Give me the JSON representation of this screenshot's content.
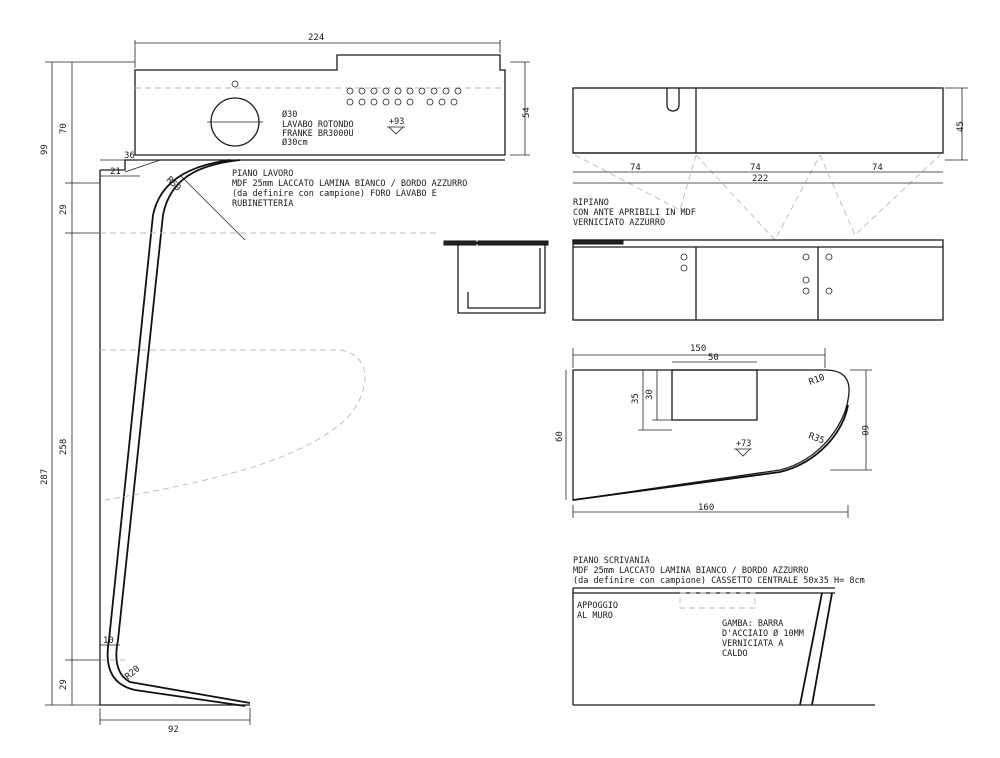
{
  "dimensions": {
    "top_width": "224",
    "top_height": "70",
    "top_depth": "54",
    "edge_a": "36",
    "edge_b": "21",
    "left_99": "99",
    "left_29_top": "29",
    "left_258": "258",
    "left_287": "287",
    "left_29_bottom": "29",
    "leg_10": "10",
    "foot_92": "92",
    "shelf_h": "45",
    "shelf_seg_1": "74",
    "shelf_seg_2": "74",
    "shelf_seg_3": "74",
    "shelf_total": "222",
    "desk_150": "150",
    "desk_50": "50",
    "desk_35": "35",
    "desk_30": "30",
    "desk_60_left": "60",
    "desk_60_right": "60",
    "desk_160": "160"
  },
  "radii": {
    "r50": "R50",
    "r20": "R20",
    "r10": "R10",
    "r35": "R35"
  },
  "notes": {
    "sink_1": "Ø30",
    "sink_2": "LAVABO ROTONDO",
    "sink_3": "FRANKE BR3000U",
    "sink_4": "Ø30cm",
    "level_top": "+93",
    "piano_1": "PIANO LAVORO",
    "piano_2": "MDF 25mm LACCATO LAMINA BIANCO / BORDO  AZZURRO",
    "piano_3": "(da definire con campione) FORO LAVABO E",
    "piano_4": "RUBINETTERIA",
    "ripiano_1": "RIPIANO",
    "ripiano_2": "CON ANTE APRIBILI IN MDF",
    "ripiano_3": "VERNICIATO AZZURRO",
    "level_desk": "+73",
    "scriv_1": "PIANO SCRIVANIA",
    "scriv_2": "MDF 25mm LACCATO LAMINA BIANCO / BORDO  AZZURRO",
    "scriv_3": "(da definire con campione) CASSETTO CENTRALE 50x35 H= 8cm",
    "appoggio_1": "APPOGGIO",
    "appoggio_2": "AL MURO",
    "gamba_1": "GAMBA: BARRA",
    "gamba_2": "D'ACCIAIO Ø 10MM",
    "gamba_3": "VERNICIATA A",
    "gamba_4": "CALDO"
  }
}
